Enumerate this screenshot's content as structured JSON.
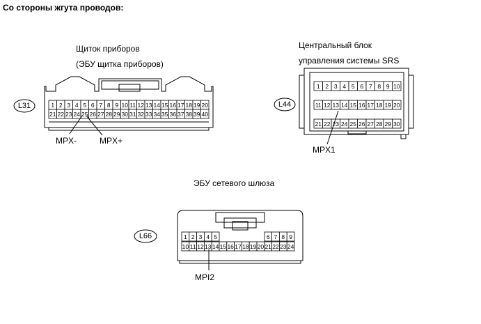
{
  "heading": "Со стороны жгута проводов:",
  "connectors": [
    {
      "id": "L31",
      "title_line1": "Щиток приборов",
      "title_line2": "(ЭБУ щитка приборов)",
      "rows": [
        [
          "1",
          "2",
          "3",
          "4",
          "5",
          "6",
          "7",
          "8",
          "9",
          "10",
          "11",
          "12",
          "13",
          "14",
          "15",
          "16",
          "17",
          "18",
          "19",
          "20"
        ],
        [
          "21",
          "22",
          "23",
          "24",
          "25",
          "26",
          "27",
          "28",
          "29",
          "30",
          "31",
          "32",
          "33",
          "34",
          "35",
          "36",
          "37",
          "38",
          "39",
          "40"
        ]
      ],
      "terminals": [
        "MPX-",
        "MPX+"
      ]
    },
    {
      "id": "L44",
      "title_line1": "Центральный блок",
      "title_line2": "управления системы SRS",
      "rows": [
        [
          "1",
          "2",
          "3",
          "4",
          "5",
          "6",
          "7",
          "8",
          "9",
          "10"
        ],
        [
          "11",
          "12",
          "13",
          "14",
          "15",
          "16",
          "17",
          "18",
          "19",
          "20"
        ],
        [
          "21",
          "22",
          "23",
          "24",
          "25",
          "26",
          "27",
          "28",
          "29",
          "30"
        ]
      ],
      "terminals": [
        "MPX1"
      ]
    },
    {
      "id": "L66",
      "title_line1": "ЭБУ сетевого шлюза",
      "rows": [
        [
          "1",
          "2",
          "3",
          "4",
          "5",
          "6",
          "7",
          "8",
          "9"
        ],
        [
          "10",
          "11",
          "12",
          "13",
          "14",
          "15",
          "16",
          "17",
          "18",
          "19",
          "20",
          "21",
          "22",
          "23",
          "24"
        ]
      ],
      "terminals": [
        "MPI2"
      ]
    }
  ]
}
